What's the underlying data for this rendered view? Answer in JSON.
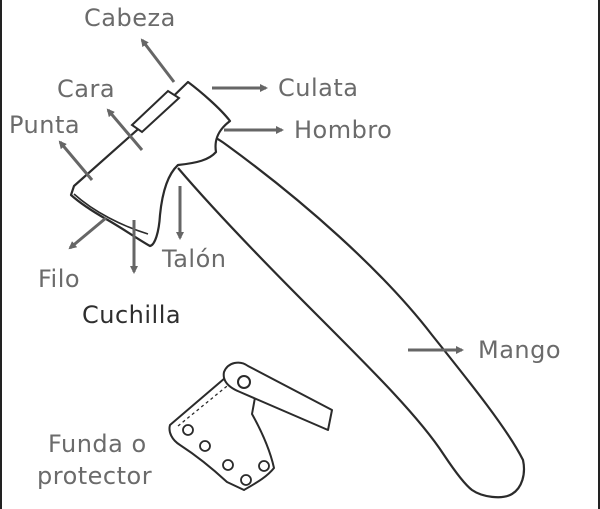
{
  "labels": {
    "cabeza": "Cabeza",
    "culata": "Culata",
    "cara": "Cara",
    "hombro": "Hombro",
    "punta": "Punta",
    "talon": "Talón",
    "filo": "Filo",
    "cuchilla": "Cuchilla",
    "mango": "Mango",
    "funda_line1": "Funda o",
    "funda_line2": "protector"
  },
  "colors": {
    "outline": "#2b2b2b",
    "arrow": "#666666",
    "label_text": "#6b6b6b"
  }
}
